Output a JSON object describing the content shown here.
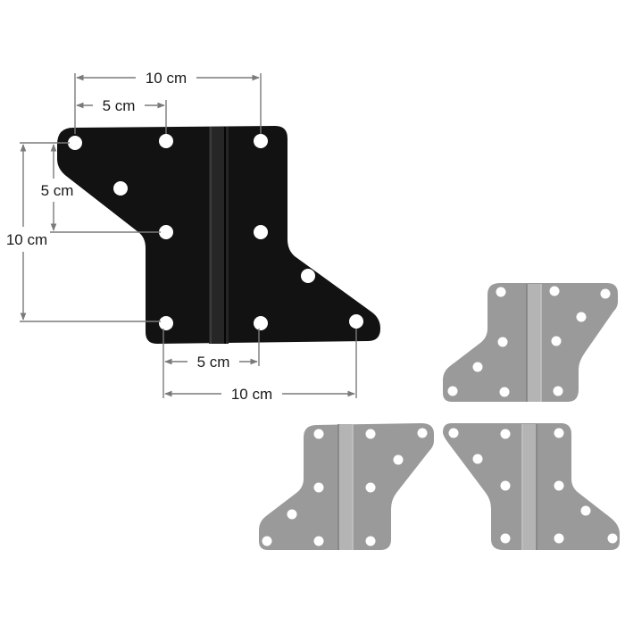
{
  "dimensions": {
    "top_outer": "10 cm",
    "top_inner": "5 cm",
    "left_inner": "5 cm",
    "left_outer": "10 cm",
    "bottom_inner": "5 cm",
    "bottom_outer": "10 cm"
  },
  "colors": {
    "black_plate": "#121212",
    "silver_plate": "#9a9a9a",
    "hole": "#ffffff",
    "dim_line": "#7a7a7a"
  }
}
